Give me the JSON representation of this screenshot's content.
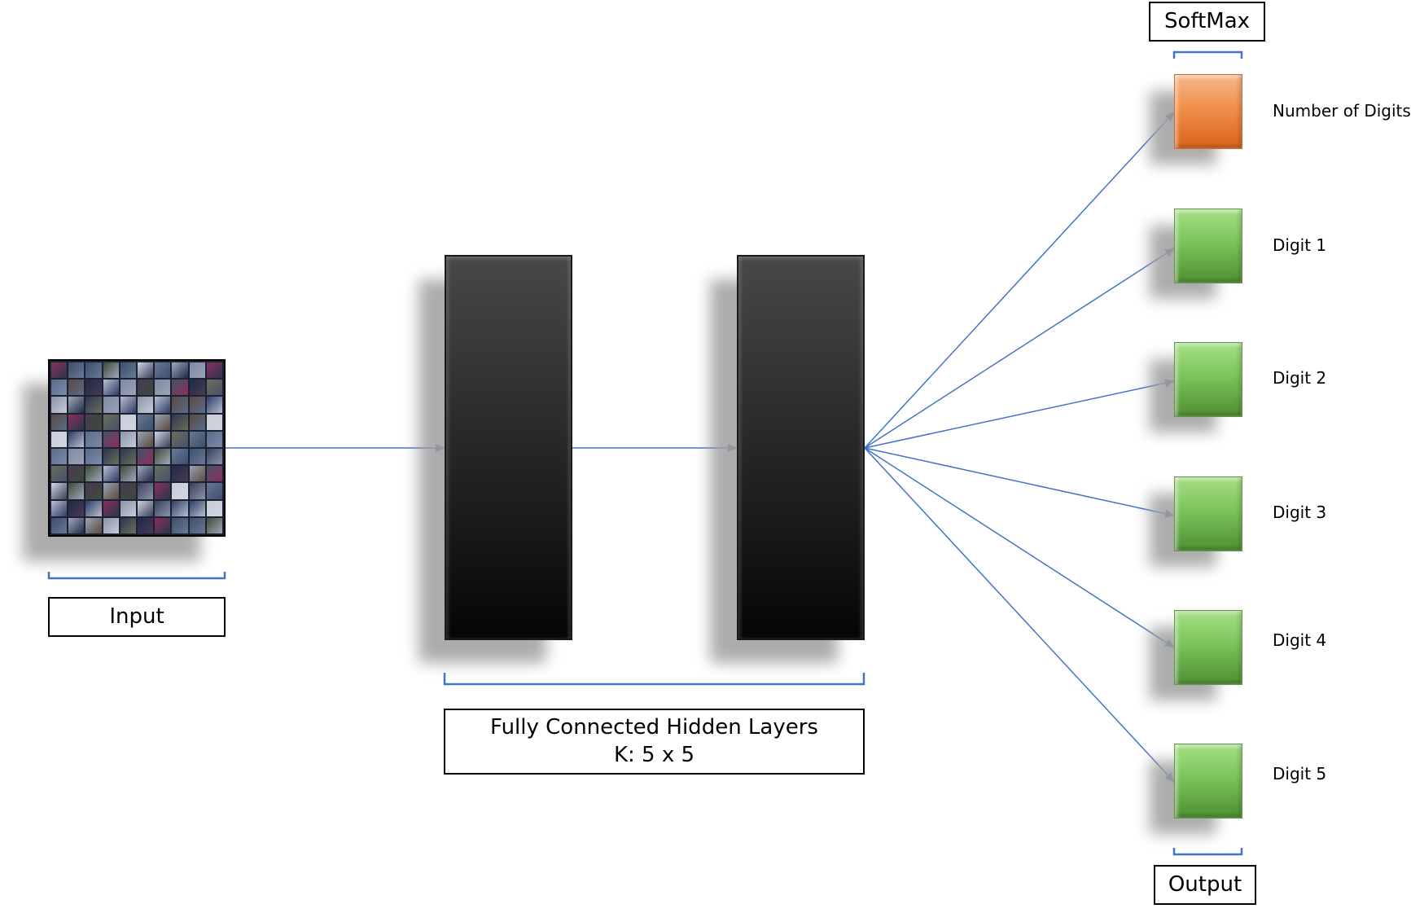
{
  "input": {
    "label": "Input"
  },
  "hidden": {
    "title": "Fully Connected Hidden Layers",
    "kernel": "K: 5 x 5"
  },
  "output": {
    "softmax_label": "SoftMax",
    "output_label": "Output",
    "nodes": [
      {
        "label": "Number of Digits",
        "color": "orange"
      },
      {
        "label": "Digit 1",
        "color": "green"
      },
      {
        "label": "Digit 2",
        "color": "green"
      },
      {
        "label": "Digit 3",
        "color": "green"
      },
      {
        "label": "Digit 4",
        "color": "green"
      },
      {
        "label": "Digit 5",
        "color": "green"
      }
    ]
  },
  "colors": {
    "arrow": "#4472c4",
    "bracket": "#4472c4",
    "hidden_layer": "#222222",
    "node_green": "#7cc45a",
    "node_orange": "#f08f4a"
  }
}
